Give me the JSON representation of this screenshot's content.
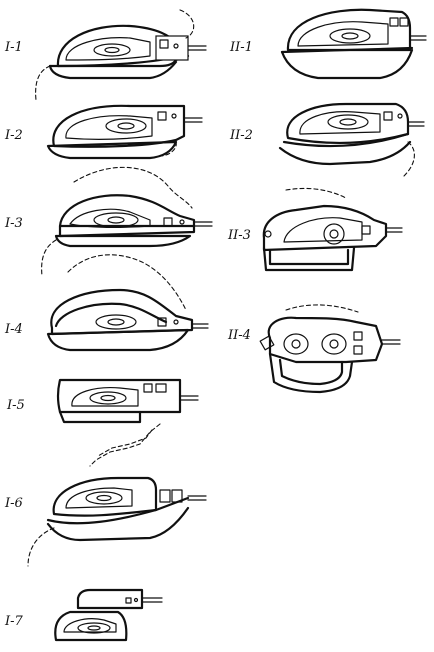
{
  "labels": {
    "i1": "I-1",
    "i2": "I-2",
    "i3": "I-3",
    "i4": "I-4",
    "i5": "I-5",
    "i6": "I-6",
    "i7": "I-7",
    "ii1": "II-1",
    "ii2": "II-2",
    "ii3": "II-3",
    "ii4": "II-4"
  }
}
